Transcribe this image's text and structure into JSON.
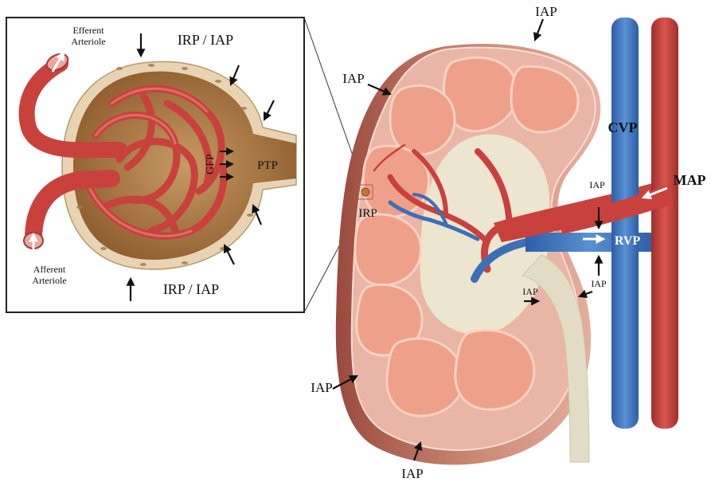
{
  "inset": {
    "efferent_label_line1": "Efferent",
    "efferent_label_line2": "Arteriole",
    "afferent_label_line1": "Afferent",
    "afferent_label_line2": "Arteriole",
    "top_pressure": "IRP / IAP",
    "bottom_pressure": "IRP / IAP",
    "gfp": "GFP",
    "ptp": "PTP"
  },
  "kidney": {
    "iap_top": "IAP",
    "iap_upper_left": "IAP",
    "iap_lower_left": "IAP",
    "iap_bottom": "IAP",
    "iap_renal_vein": "IAP",
    "iap_vein_below": "IAP",
    "iap_ureter": "IAP",
    "irp": "IRP",
    "cvp": "CVP",
    "map": "MAP",
    "rvp": "RVP"
  },
  "colors": {
    "artery": "#c8413c",
    "vein": "#3d6fb5",
    "capsule": "#e9b5a7",
    "cortex": "#efa08a",
    "pelvis": "#e9e2cc",
    "bowman": "#8b5a2b"
  }
}
